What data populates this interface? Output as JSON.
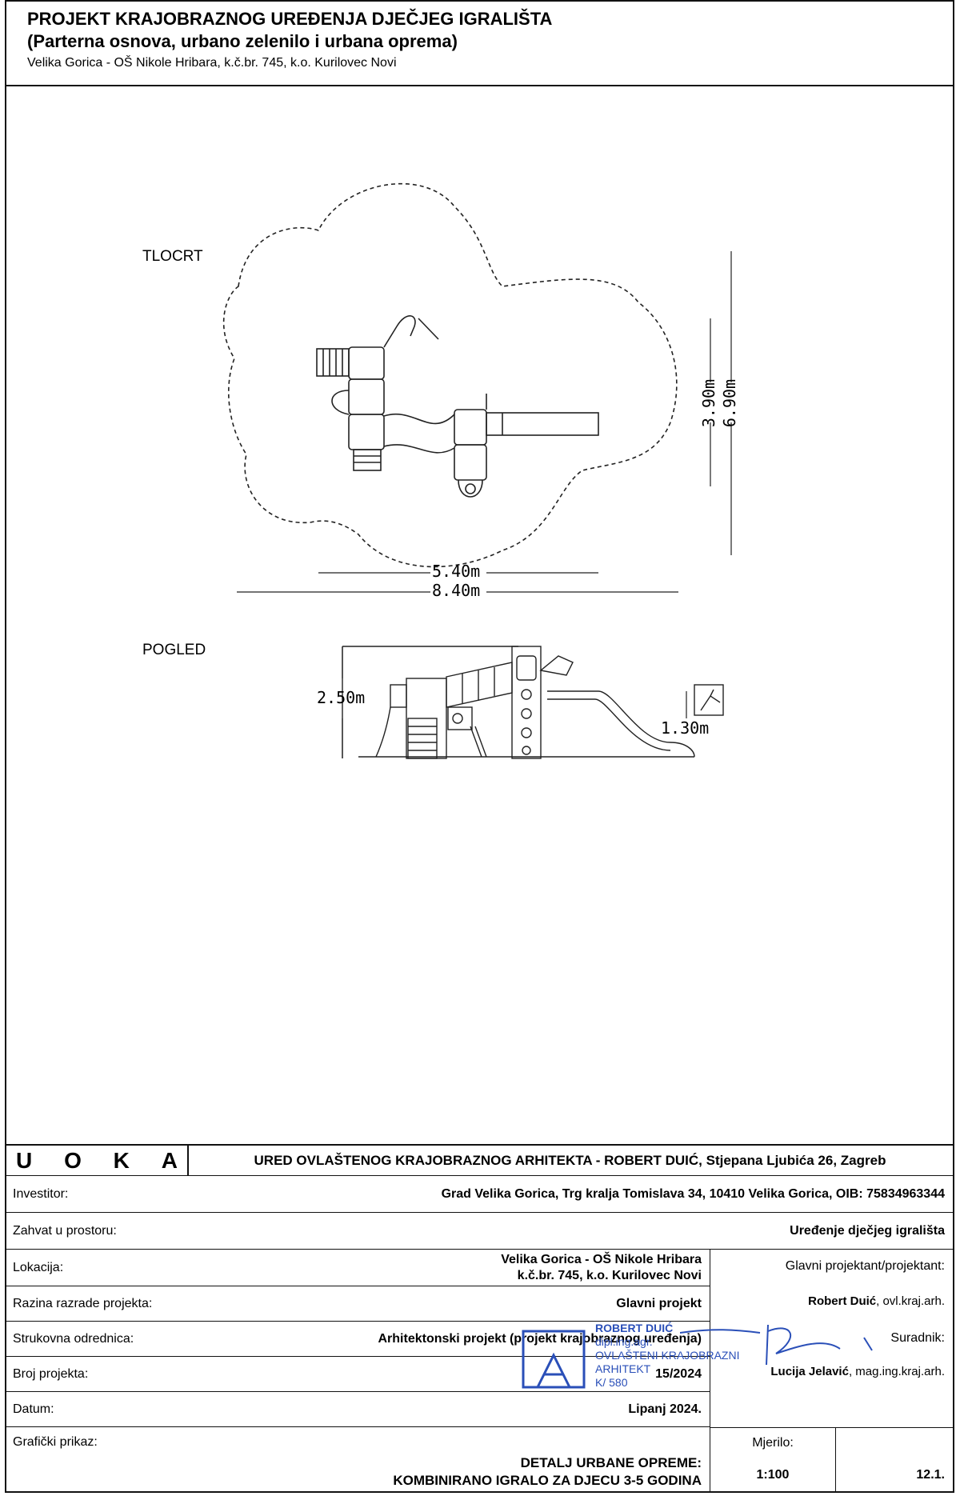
{
  "header": {
    "title": "PROJEKT KRAJOBRAZNOG UREĐENJA DJEČJEG IGRALIŠTA",
    "subtitle": "(Parterna osnova, urbano zelenilo i urbana oprema)",
    "location_line": "Velika Gorica - OŠ Nikole Hribara, k.č.br. 745, k.o. Kurilovec Novi"
  },
  "drawing": {
    "plan_label": "TLOCRT",
    "view_label": "POGLED",
    "dims": {
      "plan_inner_width": "5.40m",
      "plan_outer_width": "8.40m",
      "plan_inner_depth": "3.90m",
      "plan_outer_depth": "6.90m",
      "view_height": "2.50m",
      "view_platform_height": "1.30m"
    }
  },
  "title_block": {
    "logo_letters": [
      "U",
      "O",
      "K",
      "A"
    ],
    "office": "URED OVLAŠTENOG KRAJOBRAZNOG ARHITEKTA - ROBERT DUIĆ,  Stjepana Ljubića 26, Zagreb",
    "rows": {
      "investitor_label": "Investitor:",
      "investitor_value": "Grad Velika Gorica, Trg kralja Tomislava 34, 10410 Velika Gorica, OIB: 75834963344",
      "zahvat_label": "Zahvat u prostoru:",
      "zahvat_value": "Uređenje dječjeg igrališta",
      "lokacija_label": "Lokacija:",
      "lokacija_value_1": "Velika Gorica - OŠ Nikole Hribara",
      "lokacija_value_2": "k.č.br. 745, k.o. Kurilovec Novi",
      "razina_label": "Razina razrade projekta:",
      "razina_value": "Glavni projekt",
      "strukovna_label": "Strukovna odrednica:",
      "strukovna_value": "Arhitektonski projekt (projekt krajobraznog uređenja)",
      "broj_label": "Broj projekta:",
      "broj_value": "15/2024",
      "datum_label": "Datum:",
      "datum_value": "Lipanj 2024.",
      "graficki_label": "Grafički prikaz:",
      "graficki_value_1": "DETALJ URBANE OPREME:",
      "graficki_value_2": "KOMBINIRANO IGRALO ZA DJECU 3-5 GODINA"
    },
    "right": {
      "projektant_label": "Glavni projektant/projektant:",
      "projektant_name": "Robert Duić",
      "projektant_title": ", ovl.kraj.arh.",
      "suradnik_label": "Suradnik:",
      "suradnik_name": "Lucija Jelavić",
      "suradnik_title": ", mag.ing.kraj.arh.",
      "mjerilo_label": "Mjerilo:",
      "mjerilo_value": "1:100",
      "sheet_number": "12.1."
    },
    "stamp_lines": [
      "ROBERT DUIĆ",
      "dipl.ing.agr.",
      "OVLAŠTENI KRAJOBRAZNI",
      "ARHITEKT",
      "K/ 580"
    ]
  }
}
